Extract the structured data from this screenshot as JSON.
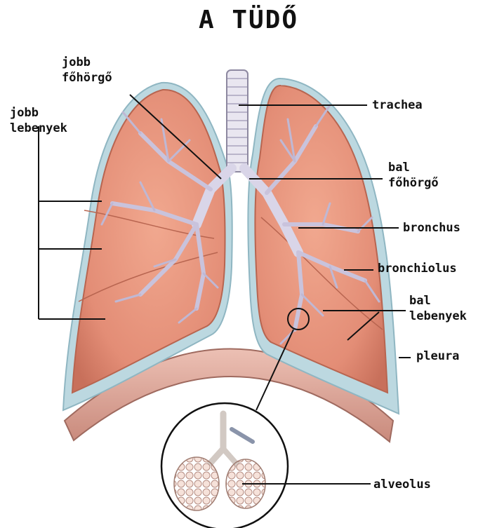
{
  "title": "A TÜDŐ",
  "labels": {
    "jobb_fohorgo": [
      "jobb",
      "főhörgő"
    ],
    "jobb_lebenyek": [
      "jobb",
      "lebenyek"
    ],
    "trachea": "trachea",
    "bal_fohorgo": [
      "bal",
      "főhörgő"
    ],
    "bronchus": "bronchus",
    "bronchiolus": "bronchiolus",
    "bal_lebenyek": [
      "bal",
      "lebenyek"
    ],
    "pleura": "pleura",
    "alveolus": "alveolus"
  },
  "colors": {
    "lung_fill": "#e8907a",
    "lung_dark": "#c86a55",
    "pleura": "#bcd8e0",
    "diaphragm": "#d89a8c",
    "bronchi": "#d8d4e6",
    "leader": "#111111"
  }
}
